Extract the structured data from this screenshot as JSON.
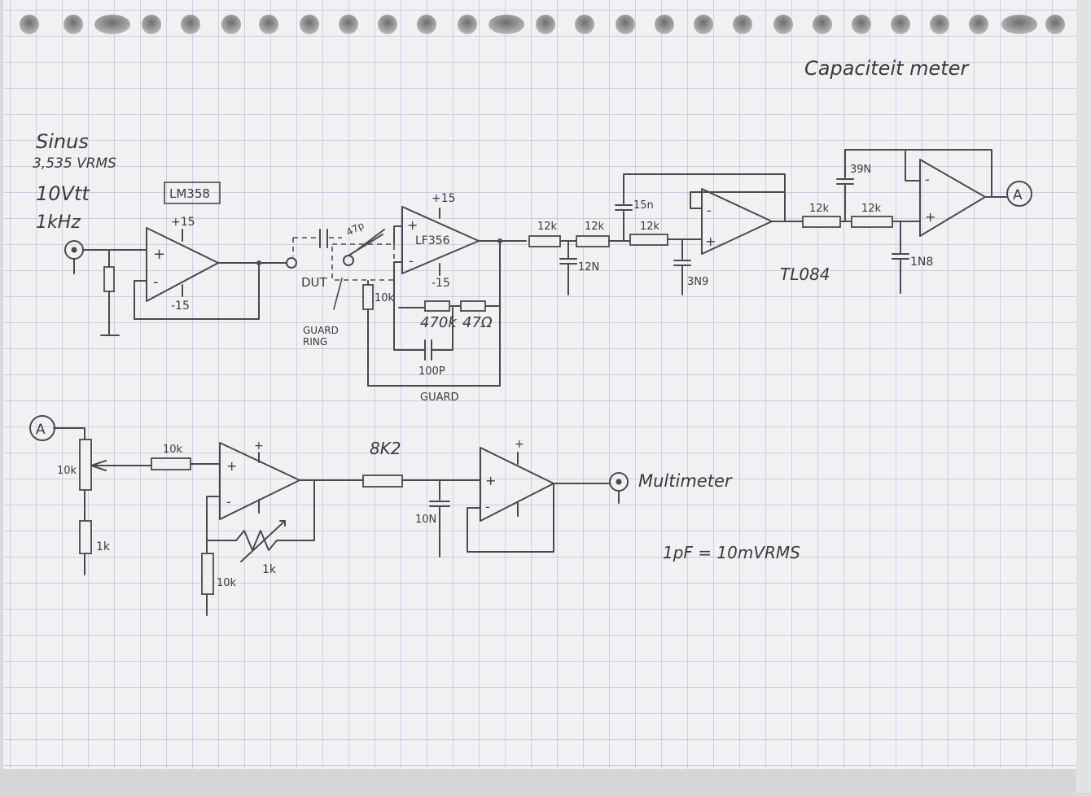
{
  "title": "Capaciteit meter",
  "source": {
    "waveform": "Sinus",
    "rms": "3,535 VRMS",
    "pp": "10Vtt",
    "freq": "1kHz"
  },
  "ics": {
    "stage1": "LM358",
    "stage2": "LF356",
    "filter": "TL084"
  },
  "supply": {
    "pos": "+15",
    "neg": "-15",
    "plus": "+",
    "minus": "-"
  },
  "labels": {
    "dut": "DUT",
    "guard_ring_1": "GUARD",
    "guard_ring_2": "RING",
    "guard": "GUARD",
    "node_a": "A",
    "multimeter": "Multimeter",
    "scale": "1pF = 10mVRMS",
    "cal_cap": "47p"
  },
  "components": {
    "r_feedback_guard": "10k",
    "r_470k": "470k",
    "r_47": "47Ω",
    "c_100p": "100P",
    "r1": "12k",
    "r2": "12k",
    "r3": "12k",
    "c_12n": "12N",
    "c_15n": "15n",
    "c_3n9_a": "3N9",
    "r4": "12k",
    "r5": "12k",
    "c_39n": "39N",
    "c_1n8": "1N8",
    "pot_10k": "10k",
    "r_1k": "1k",
    "r_10k_in": "10k",
    "r_gain": "10k",
    "pot_1k": "1k",
    "r_8k2": "8K2",
    "c_10n": "10N"
  },
  "colors": {
    "paper": "#f3f0f4",
    "grid": "#b4b6d8",
    "ink": "#4a4a4a",
    "hole": "#9a9a9a"
  }
}
